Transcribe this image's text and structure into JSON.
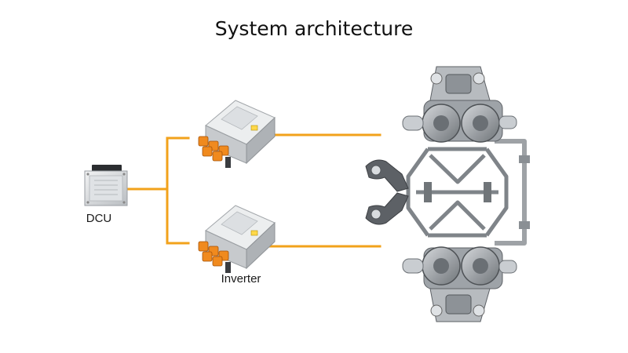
{
  "title": "System architecture",
  "labels": {
    "dcu": "DCU",
    "inverter": "Inverter"
  },
  "colors": {
    "connector": "#f2a21b",
    "housing_light": "#e4e6e8",
    "housing_mid": "#c3c7cb",
    "housing_dark": "#8f9499",
    "terminal": "#f08a1e",
    "motor_metal": "#a9adb1"
  },
  "icons": [
    "dcu-module-icon",
    "inverter-unit-icon",
    "dual-motor-axle-icon"
  ]
}
